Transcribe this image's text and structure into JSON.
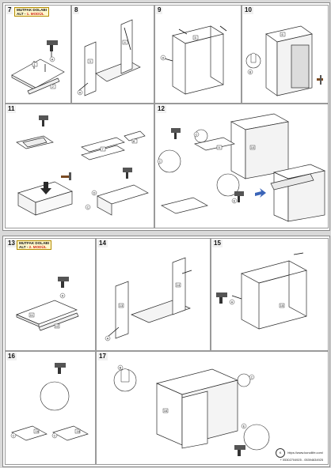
{
  "sheets": [
    {
      "steps": [
        "7",
        "8",
        "9",
        "10",
        "11",
        "12"
      ],
      "label_title": "MUTFAK DOLABI",
      "label_prefix": "ALT - ",
      "label_highlight": "1. MODÜL"
    },
    {
      "steps": [
        "13",
        "14",
        "15",
        "16",
        "17"
      ],
      "label_title": "MUTFAK DOLABI",
      "label_prefix": "ALT - ",
      "label_highlight": "2. MODÜL"
    }
  ],
  "part_letters": [
    "A",
    "B",
    "C",
    "D",
    "E"
  ],
  "part_numbers": [
    "1",
    "2",
    "3",
    "4",
    "5",
    "6",
    "7",
    "8",
    "9",
    "10",
    "11",
    "12",
    "13",
    "14",
    "15",
    "16"
  ],
  "footer": {
    "website": "https://www.konollife.com/",
    "phones": "+ 05302704925 - 05394634925"
  },
  "colors": {
    "line": "#2a2a2a",
    "panel_border": "#9a9a9a",
    "label_bg": "#fff7cc",
    "label_highlight": "#d12b1d",
    "sheet_bg": "#d9d9d9"
  },
  "icons": [
    "drill-icon",
    "hammer-icon",
    "screw-icon",
    "finger-press-icon",
    "arrow-icon",
    "zoom-circle-icon"
  ]
}
